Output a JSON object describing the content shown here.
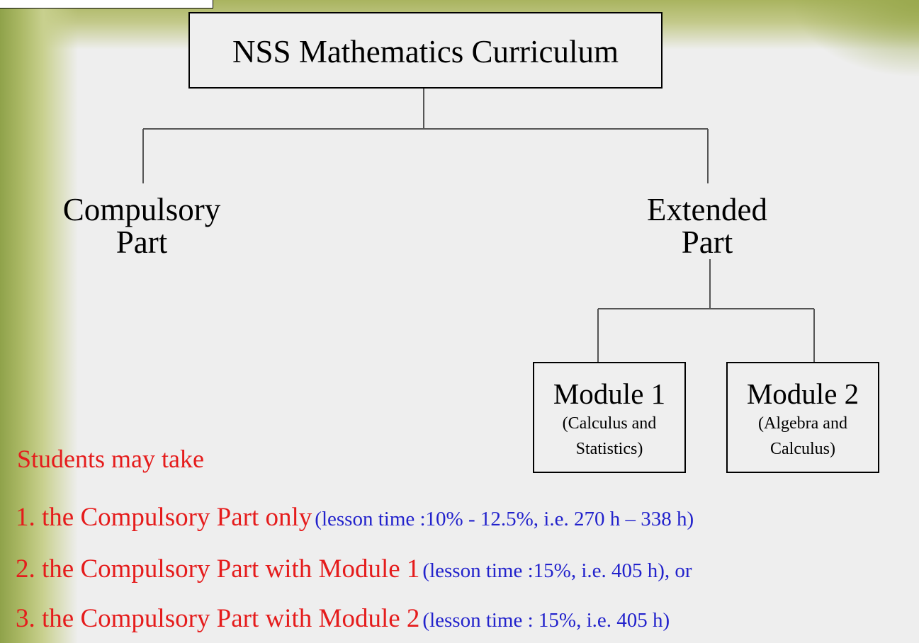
{
  "tree": {
    "root": "NSS Mathematics Curriculum",
    "compulsory": {
      "line1": "Compulsory",
      "line2": "Part"
    },
    "extended": {
      "line1": "Extended",
      "line2": "Part"
    },
    "module1": {
      "title": "Module 1",
      "sub1": "(Calculus and",
      "sub2": "Statistics)"
    },
    "module2": {
      "title": "Module 2",
      "sub1": "(Algebra and",
      "sub2": "Calculus)"
    }
  },
  "notes": {
    "intro": "Students may take",
    "options": [
      {
        "main": "1.  the Compulsory Part only",
        "note": "(lesson time :10% - 12.5%,  i.e. 270 h – 338 h)"
      },
      {
        "main": "2.  the Compulsory Part with Module 1",
        "note": "(lesson time :15%, i.e. 405 h), or"
      },
      {
        "main": "3.  the Compulsory Part with Module 2",
        "note": "(lesson time : 15%, i.e. 405 h)"
      }
    ]
  },
  "colors": {
    "accent": "#e51c1c",
    "note": "#2222cc",
    "line": "#555555"
  }
}
